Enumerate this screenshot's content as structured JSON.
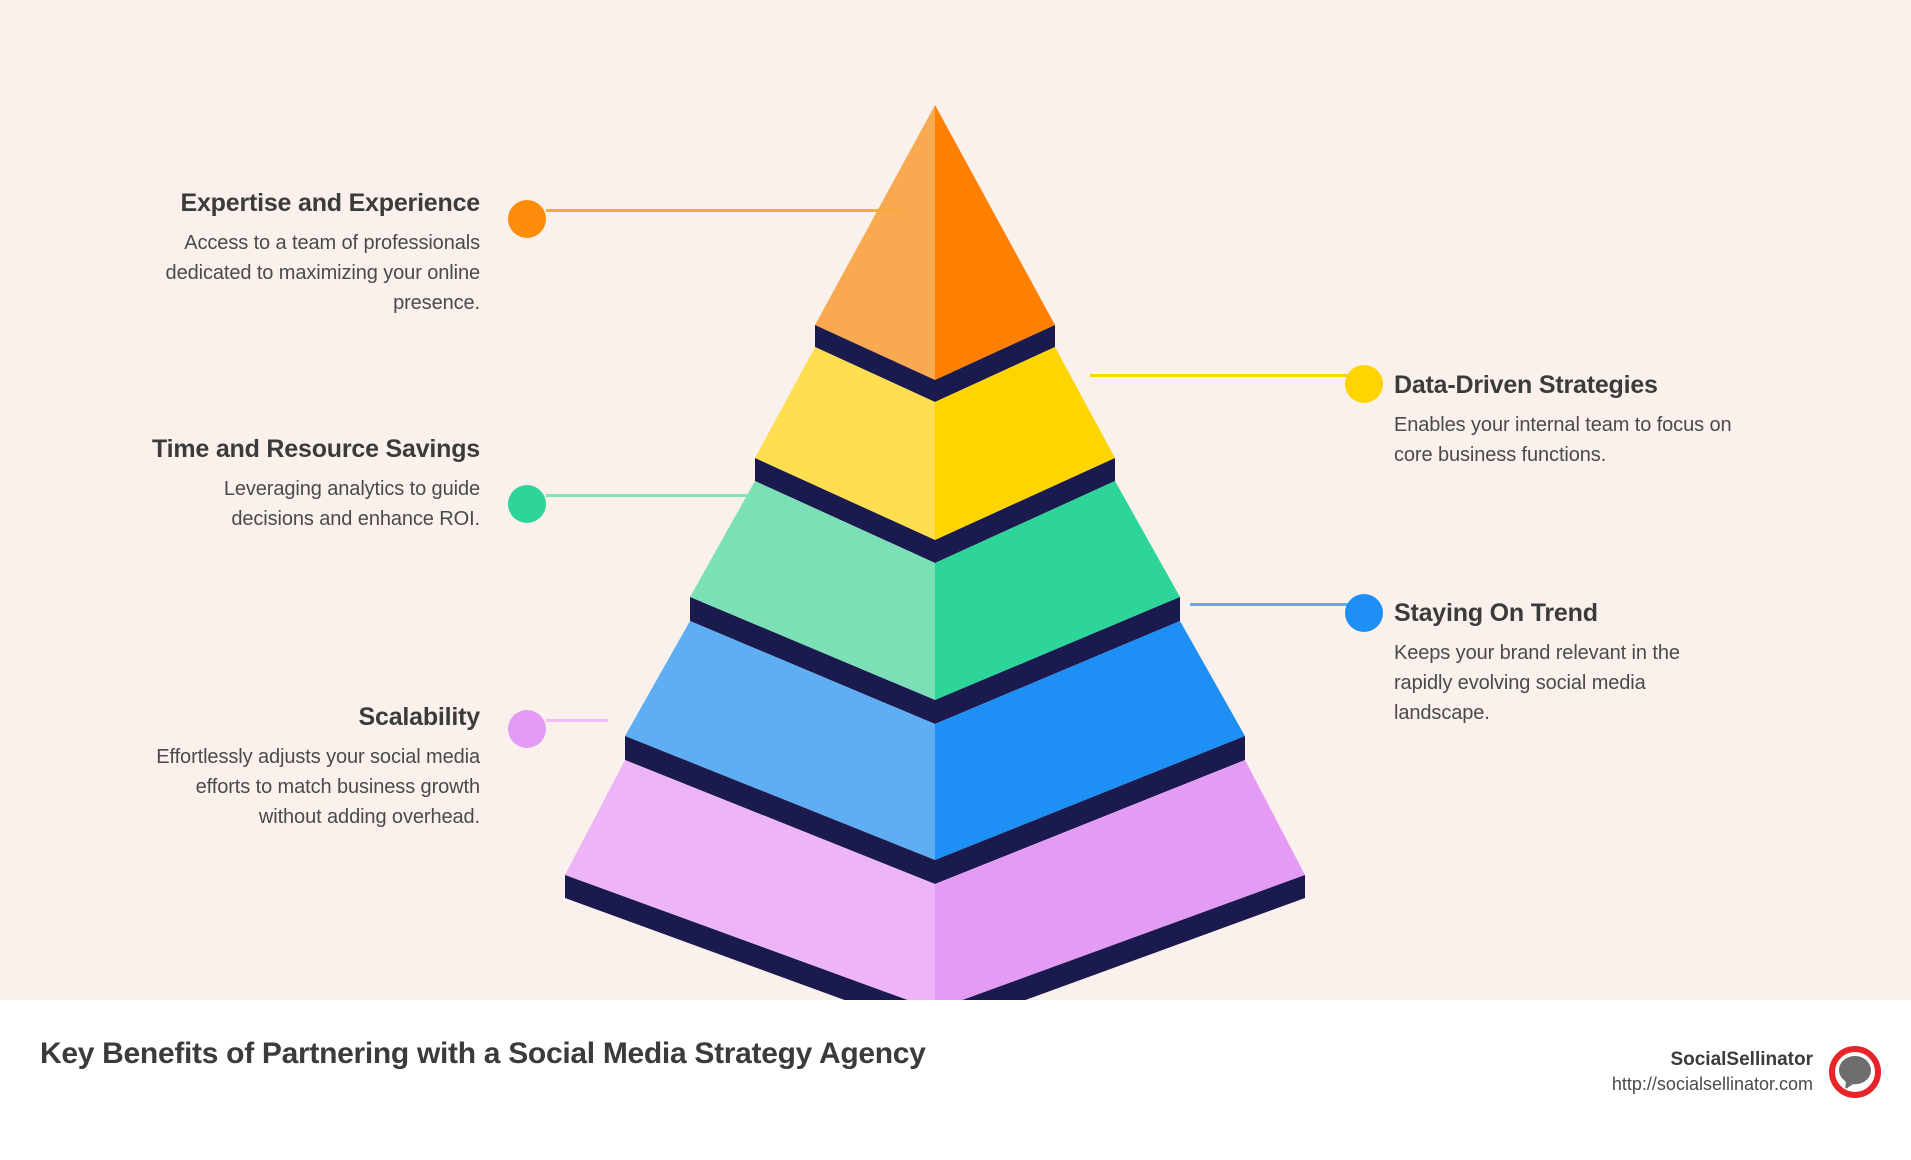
{
  "page": {
    "background_color": "#FAF1EC",
    "footer_background": "#FFFFFF",
    "band_color": "#1A1A4E"
  },
  "footer": {
    "title": "Key Benefits of Partnering with a Social Media Strategy Agency",
    "brand_name": "SocialSellinator",
    "brand_url": "http://socialsellinator.com",
    "logo_ring_color": "#E8232A",
    "logo_bubble_color": "#6E6E6E"
  },
  "chart_data": {
    "type": "pyramid",
    "title": "Key Benefits of Partnering with a Social Media Strategy Agency",
    "levels": 5,
    "categories": [
      "Expertise and Experience",
      "Data-Driven Strategies",
      "Time and Resource Savings",
      "Staying On Trend",
      "Scalability"
    ],
    "colors": [
      "#FF8000",
      "#FFD500",
      "#2ED598",
      "#1E90F5",
      "#E39BF5"
    ],
    "legend": "none",
    "grid": false
  },
  "tiers": [
    {
      "id": "tier-1",
      "side": "left",
      "title": "Expertise and Experience",
      "description": "Access to a team of professionals dedicated to maximizing your online presence.",
      "dot_color": "#FF8C0A",
      "line_color": "#F7A93E",
      "face_light": "#F9A94F",
      "face_dark": "#FF8000"
    },
    {
      "id": "tier-2",
      "side": "right",
      "title": "Data-Driven Strategies",
      "description": "Enables your internal team to focus on core business functions.",
      "dot_color": "#FFD400",
      "line_color": "#FFD400",
      "face_light": "#FFDE4F",
      "face_dark": "#FFD500"
    },
    {
      "id": "tier-3",
      "side": "left",
      "title": "Time and Resource Savings",
      "description": "Leveraging analytics to guide decisions and enhance ROI.",
      "dot_color": "#2ED598",
      "line_color": "#7FE3BC",
      "face_light": "#7BE0B5",
      "face_dark": "#2ED598"
    },
    {
      "id": "tier-4",
      "side": "right",
      "title": "Staying On Trend",
      "description": "Keeps your brand relevant in the rapidly evolving social media landscape.",
      "dot_color": "#1E90F5",
      "line_color": "#55AEF7",
      "face_light": "#5FAEF3",
      "face_dark": "#1E90F5"
    },
    {
      "id": "tier-5",
      "side": "left",
      "title": "Scalability",
      "description": "Effortlessly adjusts your social media efforts to match business growth without adding overhead.",
      "dot_color": "#E39BF5",
      "line_color": "#EEBEF8",
      "face_light": "#EDB4F7",
      "face_dark": "#E39BF5"
    }
  ]
}
